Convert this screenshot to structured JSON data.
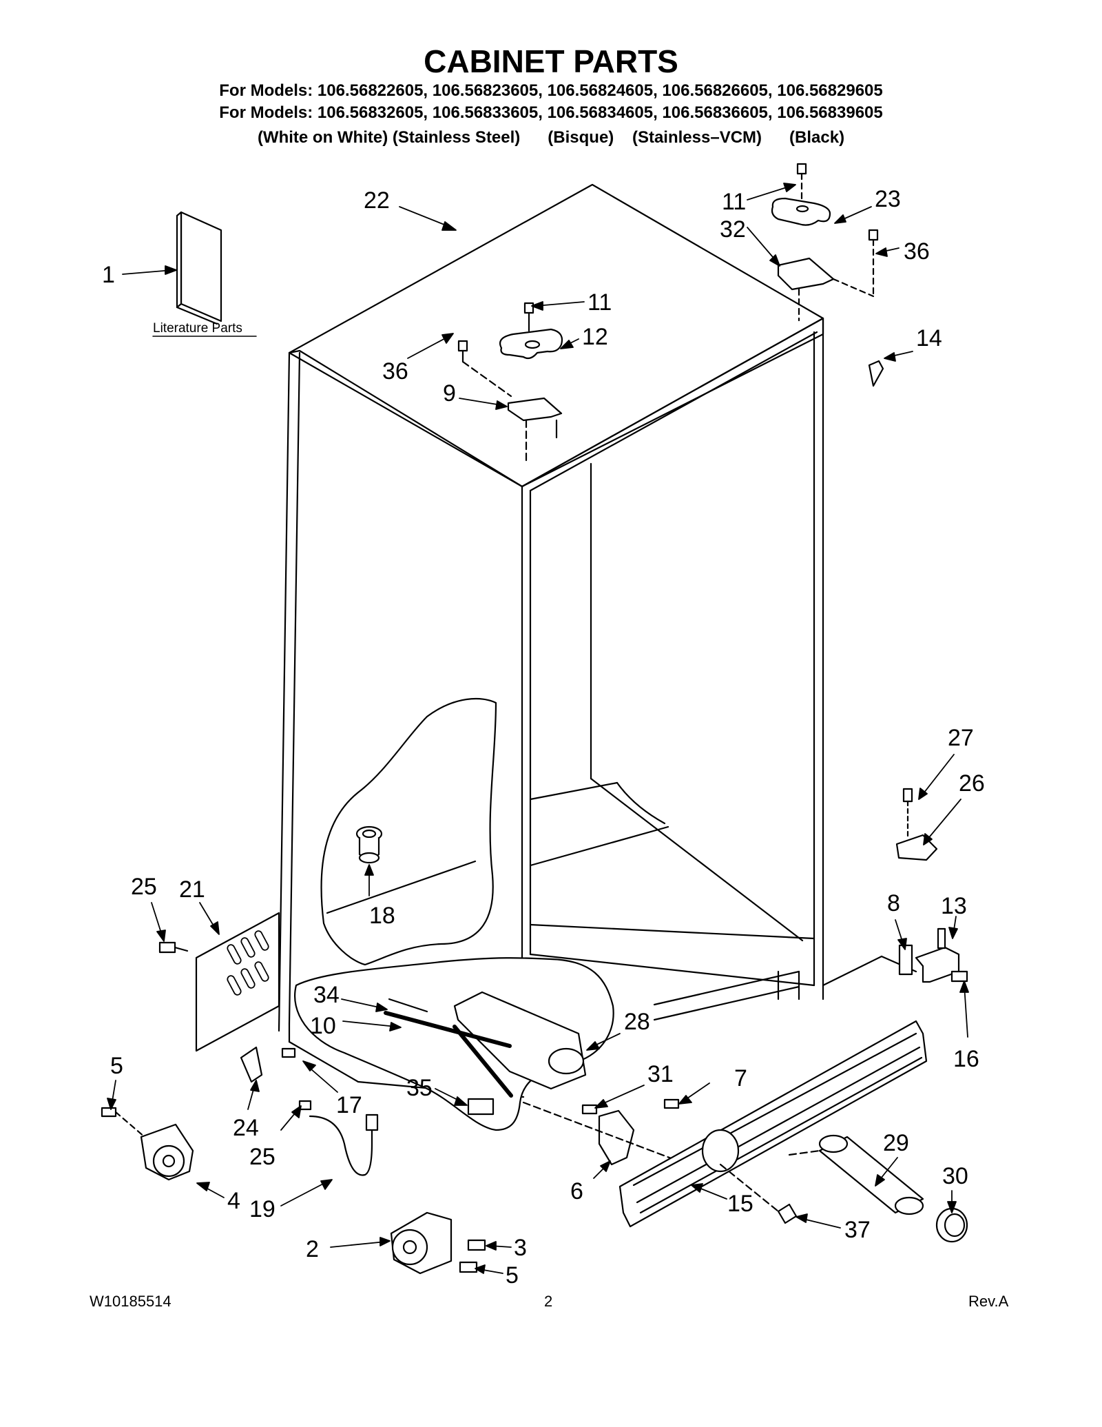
{
  "title": "CABINET PARTS",
  "models_line_1": "For Models: 106.56822605, 106.56823605, 106.56824605, 106.56826605, 106.56829605",
  "models_line_2": "For Models: 106.56832605, 106.56833605, 106.56834605, 106.56836605, 106.56839605",
  "models_line_3": "(White on White) (Stainless Steel)      (Bisque)    (Stainless–VCM)      (Black)",
  "literature_label": "Literature Parts",
  "callouts": {
    "c1": "1",
    "c22": "22",
    "c11a": "11",
    "c23": "23",
    "c32": "32",
    "c36a": "36",
    "c11b": "11",
    "c12": "12",
    "c36b": "36",
    "c14": "14",
    "c9": "9",
    "c27": "27",
    "c26": "26",
    "c18": "18",
    "c25a": "25",
    "c21": "21",
    "c8": "8",
    "c13": "13",
    "c34": "34",
    "c28": "28",
    "c10": "10",
    "c16": "16",
    "c5a": "5",
    "c31": "31",
    "c7": "7",
    "c35": "35",
    "c17": "17",
    "c24": "24",
    "c29": "29",
    "c30": "30",
    "c25b": "25",
    "c6": "6",
    "c4": "4",
    "c19": "19",
    "c15": "15",
    "c37": "37",
    "c3": "3",
    "c2": "2",
    "c5b": "5"
  },
  "footer": {
    "doc_number": "W10185514",
    "page_number": "2",
    "revision": "Rev.A"
  }
}
